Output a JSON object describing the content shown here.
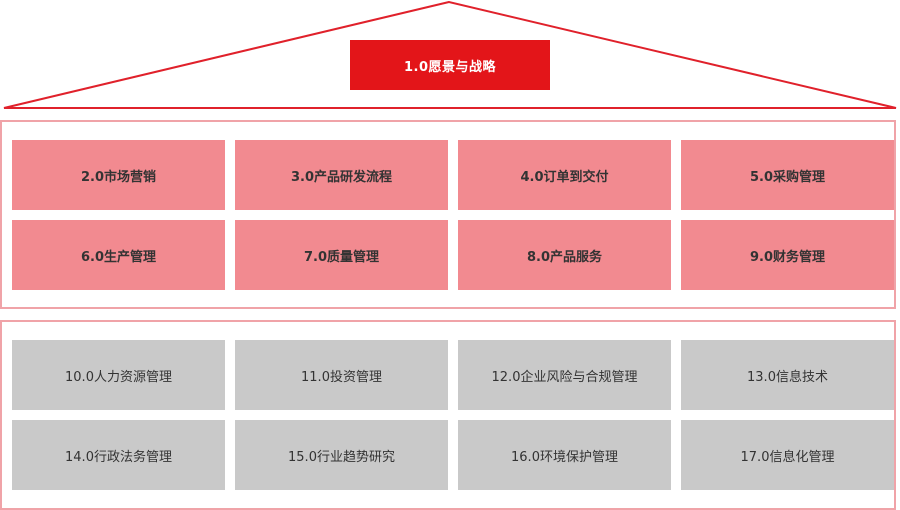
{
  "colors": {
    "roof_line": "#e0212b",
    "vision_bg": "#e31519",
    "core_box_bg": "#f28a90",
    "support_box_bg": "#c9c9c9",
    "section_border": "#f0a3a8"
  },
  "vision": {
    "label": "1.0愿景与战略"
  },
  "core_processes": [
    {
      "label": "2.0市场营销"
    },
    {
      "label": "3.0产品研发流程"
    },
    {
      "label": "4.0订单到交付"
    },
    {
      "label": "5.0采购管理"
    },
    {
      "label": "6.0生产管理"
    },
    {
      "label": "7.0质量管理"
    },
    {
      "label": "8.0产品服务"
    },
    {
      "label": "9.0财务管理"
    }
  ],
  "support_processes": [
    {
      "label": "10.0人力资源管理"
    },
    {
      "label": "11.0投资管理"
    },
    {
      "label": "12.0企业风险与合规管理"
    },
    {
      "label": "13.0信息技术"
    },
    {
      "label": "14.0行政法务管理"
    },
    {
      "label": "15.0行业趋势研究"
    },
    {
      "label": "16.0环境保护管理"
    },
    {
      "label": "17.0信息化管理"
    }
  ]
}
